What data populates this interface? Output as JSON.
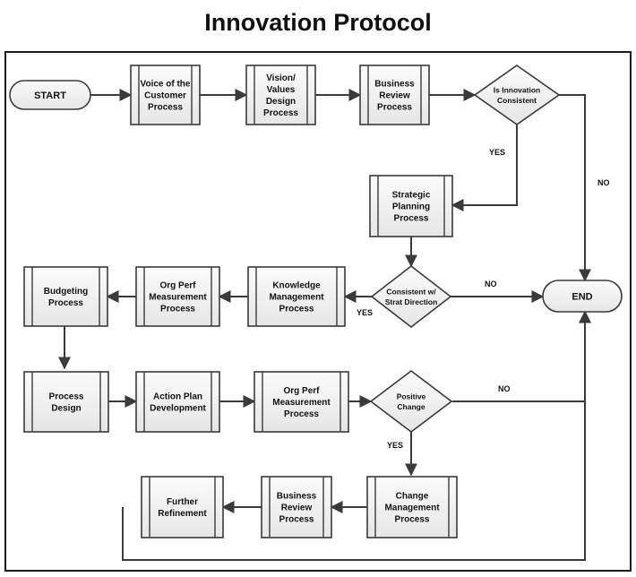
{
  "title": "Innovation Protocol",
  "nodes": {
    "start": "START",
    "end": "END",
    "voice_customer": [
      "Voice of the",
      "Customer",
      "Process"
    ],
    "vision_values": [
      "Vision/",
      "Values",
      "Design",
      "Process"
    ],
    "business_review_1": [
      "Business",
      "Review",
      "Process"
    ],
    "is_innovation_consistent": [
      "Is Innovation",
      "Consistent"
    ],
    "strategic_planning": [
      "Strategic",
      "Planning",
      "Process"
    ],
    "consistent_strat": [
      "Consistent w/",
      "Strat Direction"
    ],
    "knowledge_mgmt": [
      "Knowledge",
      "Management",
      "Process"
    ],
    "org_perf_1": [
      "Org Perf",
      "Measurement",
      "Process"
    ],
    "budgeting": [
      "Budgeting",
      "Process"
    ],
    "process_design": [
      "Process",
      "Design"
    ],
    "action_plan": [
      "Action Plan",
      "Development"
    ],
    "org_perf_2": [
      "Org Perf",
      "Measurement",
      "Process"
    ],
    "positive_change": [
      "Positive",
      "Change"
    ],
    "change_mgmt": [
      "Change",
      "Management",
      "Process"
    ],
    "business_review_2": [
      "Business",
      "Review",
      "Process"
    ],
    "further_refinement": [
      "Further",
      "Refinement"
    ]
  },
  "edge_labels": {
    "yes": "YES",
    "no": "NO"
  },
  "colors": {
    "box_fill": "#f3f3f3",
    "stroke": "#3a3a3a",
    "text": "#111111"
  }
}
